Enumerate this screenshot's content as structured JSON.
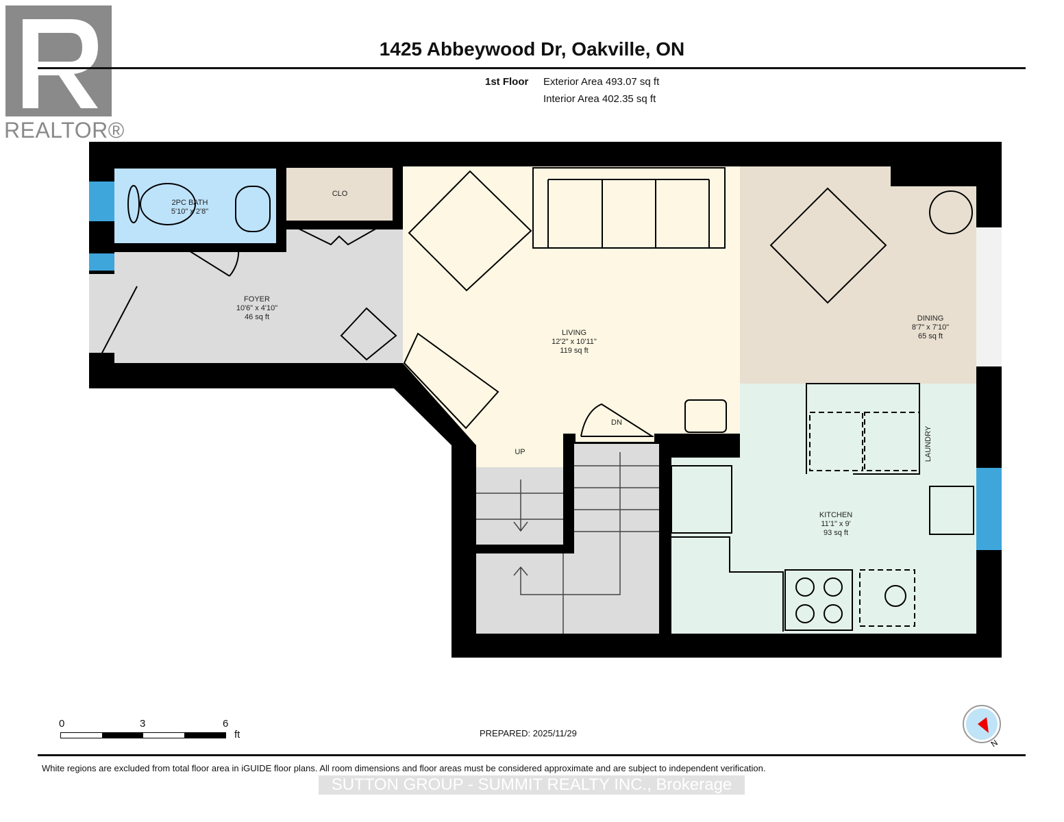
{
  "logo": {
    "text": "REALTOR®",
    "letter": "R"
  },
  "header": {
    "title": "1425 Abbeywood Dr, Oakville, ON",
    "floor": "1st Floor",
    "exterior_area": "Exterior Area 493.07 sq ft",
    "interior_area": "Interior Area 402.35 sq ft"
  },
  "rooms": {
    "bath": {
      "name": "2PC BATH",
      "dims": "5'10\" x 2'8\""
    },
    "closet": {
      "name": "CLO"
    },
    "foyer": {
      "name": "FOYER",
      "dims": "10'6\" x 4'10\"",
      "area": "46 sq ft"
    },
    "living": {
      "name": "LIVING",
      "dims": "12'2\" x 10'11\"",
      "area": "119 sq ft"
    },
    "dining": {
      "name": "DINING",
      "dims": "8'7\" x 7'10\"",
      "area": "65 sq ft"
    },
    "kitchen": {
      "name": "KITCHEN",
      "dims": "11'1\" x 9'",
      "area": "93 sq ft"
    }
  },
  "labels": {
    "up": "UP",
    "down": "DN",
    "laundry": "LAUNDRY"
  },
  "scale": {
    "ticks": [
      "0",
      "3",
      "6"
    ],
    "unit": "ft"
  },
  "compass": {
    "north": "N"
  },
  "footer": {
    "prepared": "PREPARED: 2025/11/29",
    "disclaimer": "White regions are excluded from total floor area in iGUIDE floor plans. All room dimensions and floor areas must be considered approximate and are subject to independent verification.",
    "watermark": "SUTTON GROUP - SUMMIT REALTY INC., Brokerage"
  },
  "colors": {
    "bath": "#bde3fb",
    "closet": "#e8dfd0",
    "foyer": "#dcdcdc",
    "living": "#fdf7e3",
    "dining": "#e8dfd0",
    "kitchen": "#e3f2ea",
    "wall": "#000000",
    "window": "#3fa6dc"
  }
}
